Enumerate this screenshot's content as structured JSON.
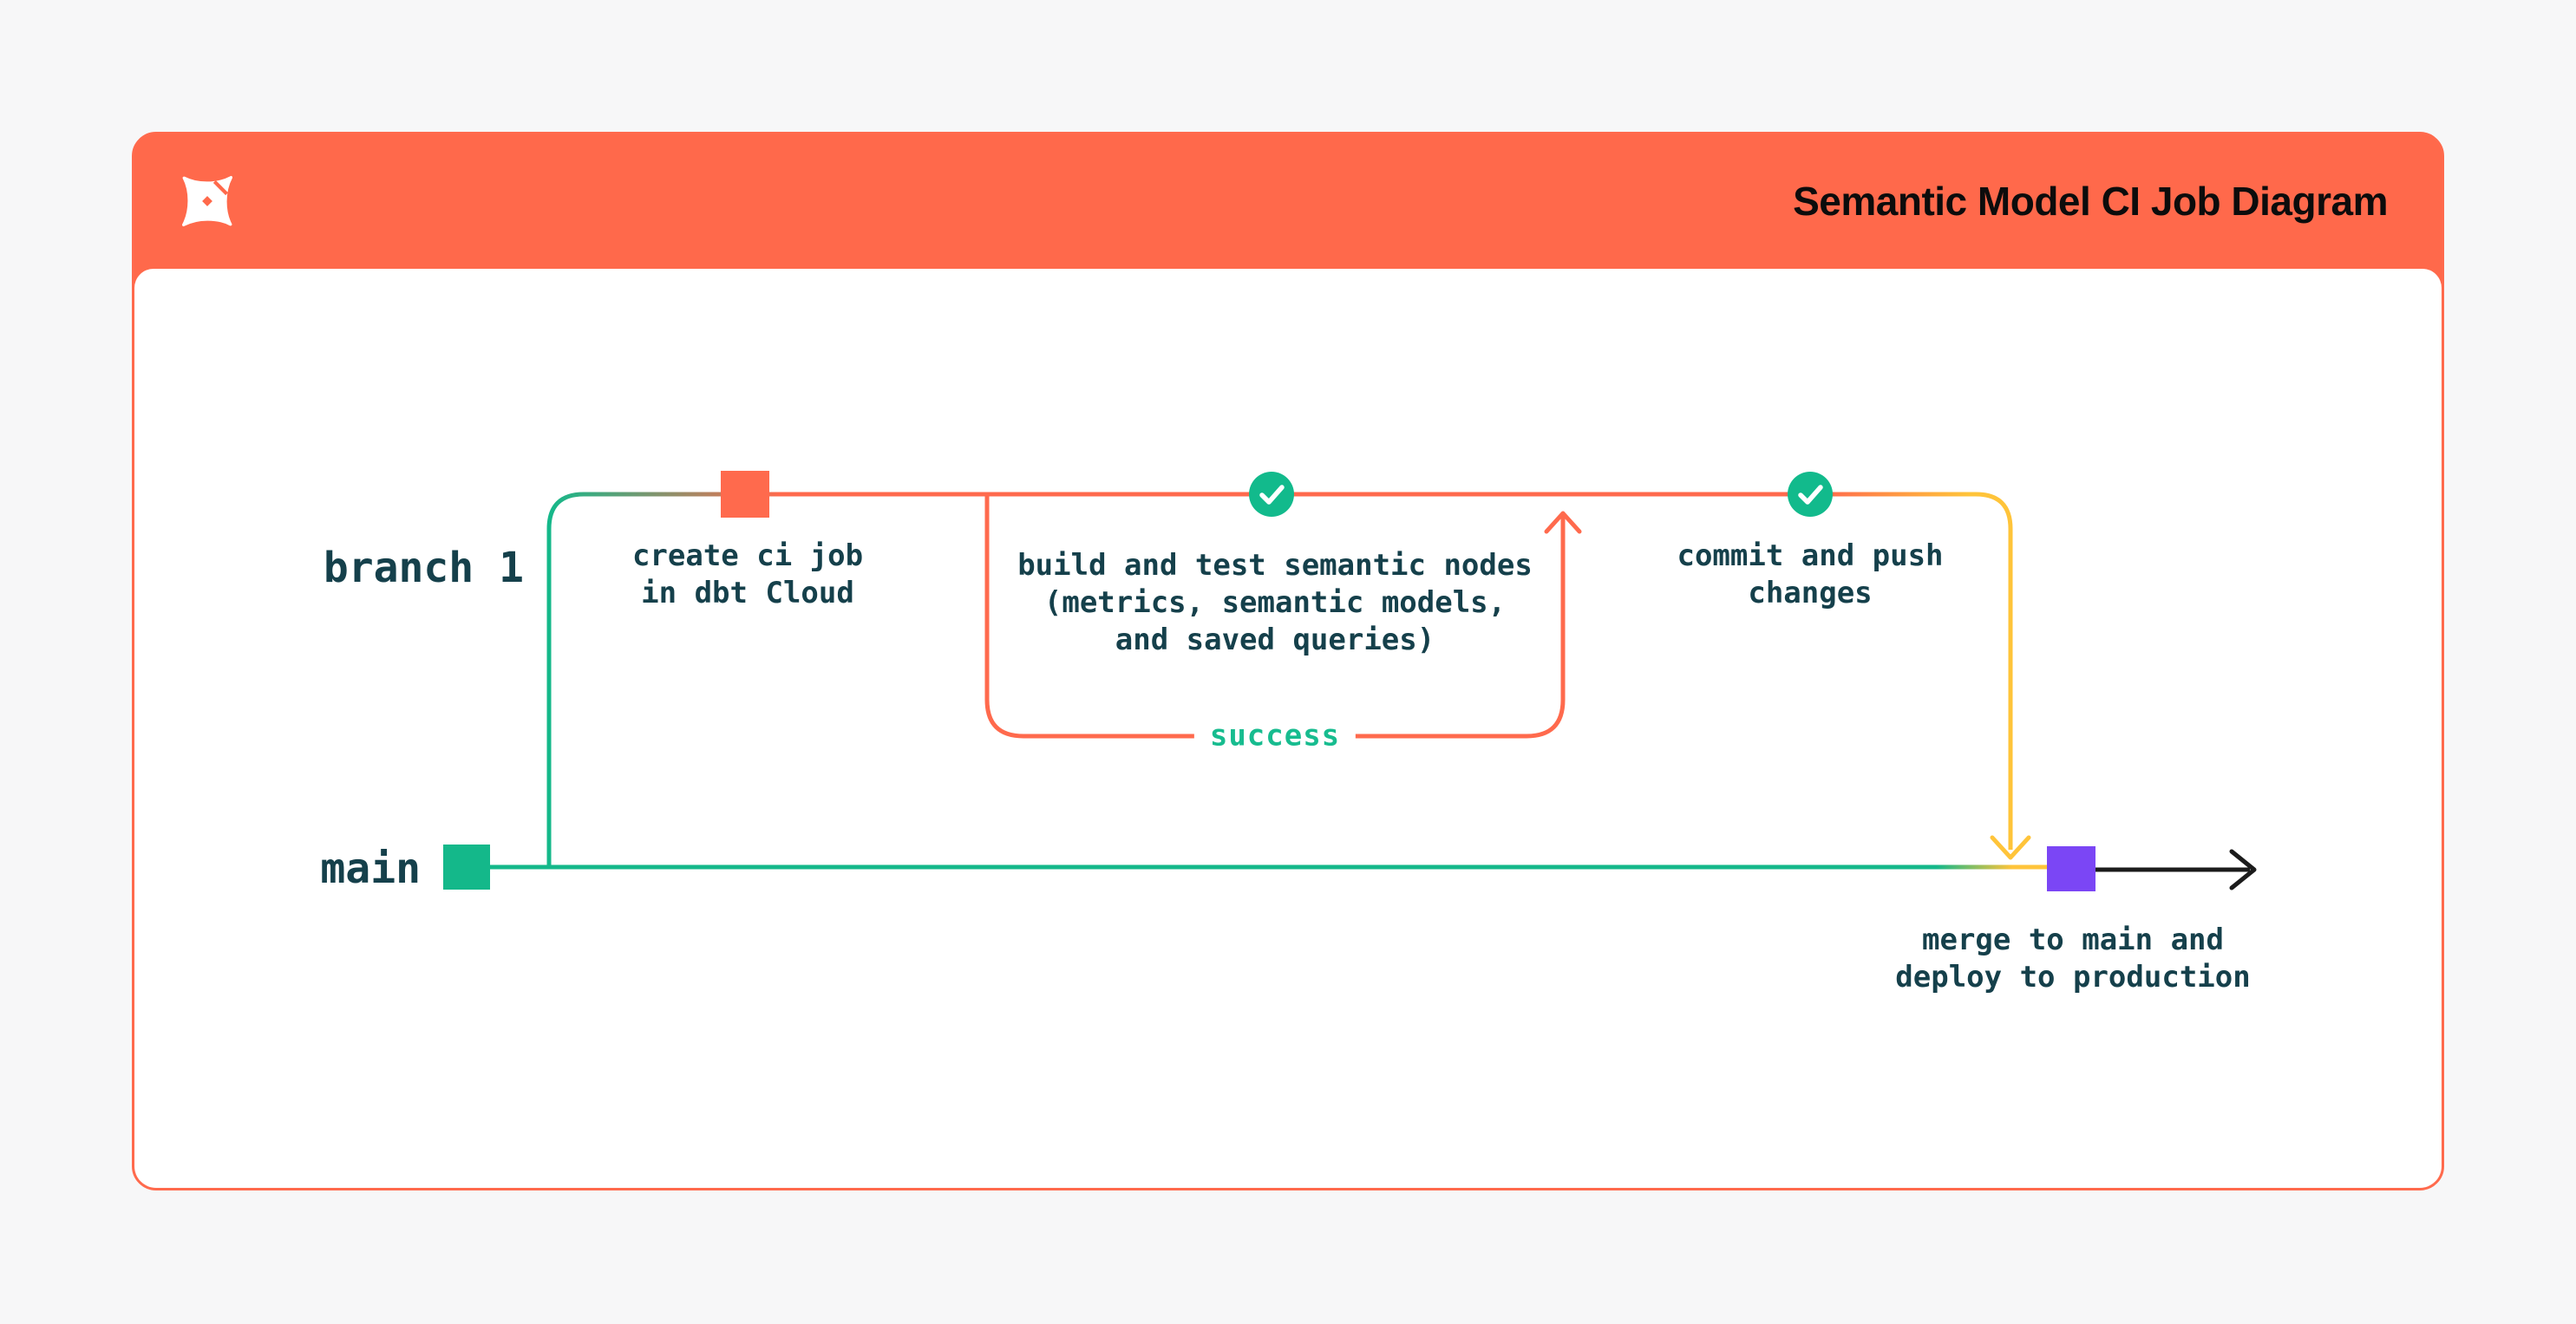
{
  "header": {
    "title": "Semantic Model CI Job Diagram",
    "logo_name": "dbt-logo",
    "background_color": "#ff694b",
    "title_color": "#0c0c0c"
  },
  "diagram": {
    "branches": [
      {
        "id": "branch-1",
        "label": "branch 1"
      },
      {
        "id": "main",
        "label": "main"
      }
    ],
    "nodes": [
      {
        "id": "create-ci-job",
        "lines": [
          "create ci job",
          "in dbt Cloud"
        ],
        "marker": "orange-square",
        "marker_color": "#ff6a4d"
      },
      {
        "id": "build-and-test",
        "lines": [
          "build and test semantic nodes",
          "(metrics, semantic models,",
          "and saved queries)"
        ],
        "badge": "check-circle",
        "loop_label": "success"
      },
      {
        "id": "commit-and-push",
        "lines": [
          "commit and push",
          "changes"
        ],
        "badge": "check-circle"
      },
      {
        "id": "merge-and-deploy",
        "lines": [
          "merge to main and",
          "deploy to production"
        ],
        "marker": "purple-square",
        "marker_color": "#7b46f5"
      }
    ],
    "colors": {
      "teal": "#14b88a",
      "orange": "#ff6a4d",
      "yellow": "#ffc43a",
      "purple": "#7b46f5",
      "label_text": "#15404b",
      "success_text": "#17bc8f",
      "arrow_black": "#1b1b1b",
      "check_fill": "#12ba8c"
    }
  }
}
